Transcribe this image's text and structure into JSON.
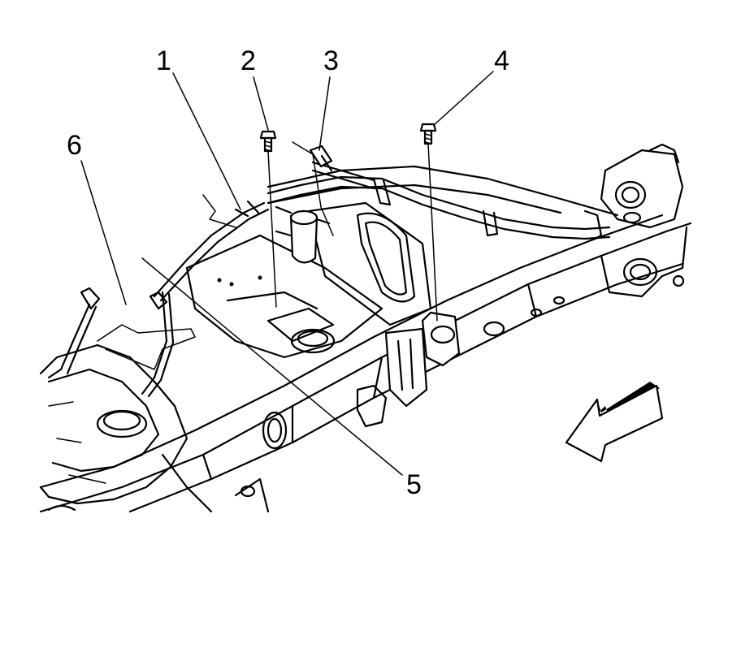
{
  "callouts": [
    {
      "id": "1",
      "label": "1"
    },
    {
      "id": "2",
      "label": "2"
    },
    {
      "id": "3",
      "label": "3"
    },
    {
      "id": "4",
      "label": "4"
    },
    {
      "id": "5",
      "label": "5"
    },
    {
      "id": "6",
      "label": "6"
    }
  ],
  "icons": {
    "direction_arrow": "forward-direction-arrow-icon",
    "bolts": "bolt-icon",
    "break_lines": "break-line-icon"
  },
  "colors": {
    "line": "#000000",
    "background": "#ffffff"
  }
}
